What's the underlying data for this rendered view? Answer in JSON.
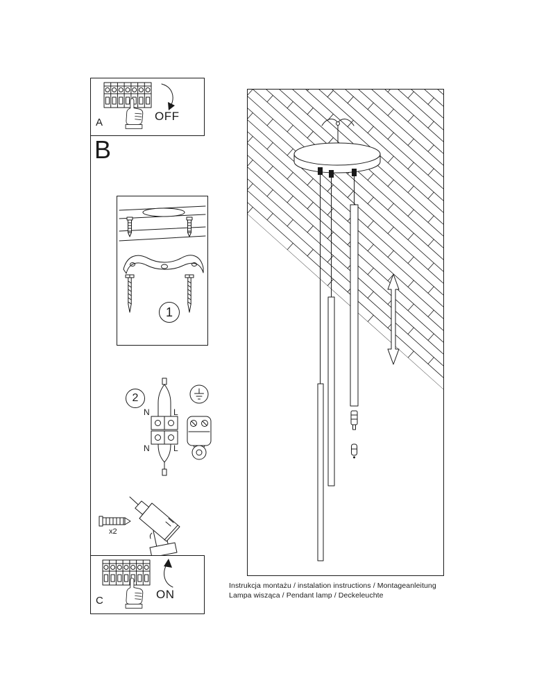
{
  "panels": {
    "a": {
      "label": "A",
      "switch": "OFF"
    },
    "b": {
      "label": "B"
    },
    "c": {
      "label": "C",
      "switch": "ON"
    }
  },
  "steps": {
    "mounting": "1",
    "wiring": "2"
  },
  "wiring": {
    "top_left": "N",
    "top_right": "L",
    "bottom_left": "N",
    "bottom_right": "L"
  },
  "hardware": {
    "anchor_count": "x2"
  },
  "captions": {
    "line1": "Instrukcja montażu / instalation instructions / Montageanleitung",
    "line2": "Lampa wisząca / Pendant lamp / Deckeleuchte"
  },
  "colors": {
    "ink": "#1a1a1a",
    "paper": "#ffffff"
  },
  "icons": [
    "terminal-block-icon",
    "pressing-hand-icon",
    "rotate-arrow-icon",
    "junction-box-icon",
    "wall-plug-icon",
    "mounting-bracket-icon",
    "screw-icon",
    "ground-symbol-icon",
    "cable-clamp-icon",
    "drill-icon",
    "ceiling-hook-icon",
    "ceiling-canopy-icon",
    "pendant-tube-icon",
    "height-adjust-arrow-icon"
  ]
}
